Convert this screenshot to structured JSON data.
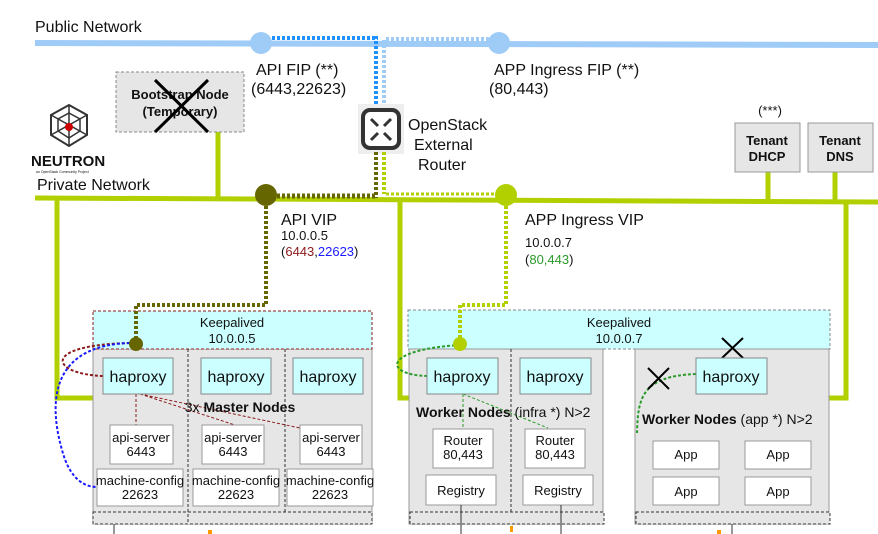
{
  "networks": {
    "public": "Public Network",
    "private": "Private Network"
  },
  "api_fip": {
    "label": "API FIP (**)",
    "ports": "(6443,22623)"
  },
  "app_fip": {
    "label": "APP Ingress FIP (**)",
    "ports": "(80,443)"
  },
  "router": {
    "line1": "OpenStack",
    "line2": "External",
    "line3": "Router"
  },
  "bootstrap": {
    "line1": "Bootstrap Node",
    "line2": "(Temporary)"
  },
  "logo": {
    "text": "NEUTRON",
    "tagline": "an OpenStack Community Project"
  },
  "api_vip": {
    "label": "API VIP",
    "ip": "10.0.0.5",
    "port1": "6443",
    "port2": "22623",
    "open": "(",
    "sep": ",",
    "close": ")"
  },
  "app_vip": {
    "label": "APP Ingress VIP",
    "ip": "10.0.0.7",
    "ports": "80,443",
    "open": "(",
    "close": ")"
  },
  "tenant": {
    "note": "(***)",
    "dhcp": [
      "Tenant",
      "DHCP"
    ],
    "dns": [
      "Tenant",
      "DNS"
    ]
  },
  "master": {
    "keepalived": "Keepalived",
    "keepalived_ip": "10.0.0.5",
    "title_prefix": "3x ",
    "title": "Master Nodes",
    "haproxy": "haproxy",
    "api_server": "api-server",
    "api_port": "6443",
    "machine_config": "machine-config",
    "mc_port": "22623"
  },
  "infra": {
    "keepalived": "Keepalived",
    "keepalived_ip": "10.0.0.7",
    "title": "Worker Nodes",
    "suffix": " (infra *) N>2",
    "haproxy": "haproxy",
    "router": "Router",
    "router_ports": "80,443",
    "registry": "Registry"
  },
  "app": {
    "title": "Worker Nodes",
    "suffix": " (app *) N>2",
    "haproxy": "haproxy",
    "app": "App"
  },
  "colors": {
    "public": "#9fcbf7",
    "private": "#b2d000",
    "api_vip": "#666600",
    "keepalived": "#ccffff",
    "node_bg": "#e6e6e6",
    "port_red": "#8b1a1a",
    "port_blue": "#1a1aff",
    "port_green": "#2a9a2a"
  }
}
